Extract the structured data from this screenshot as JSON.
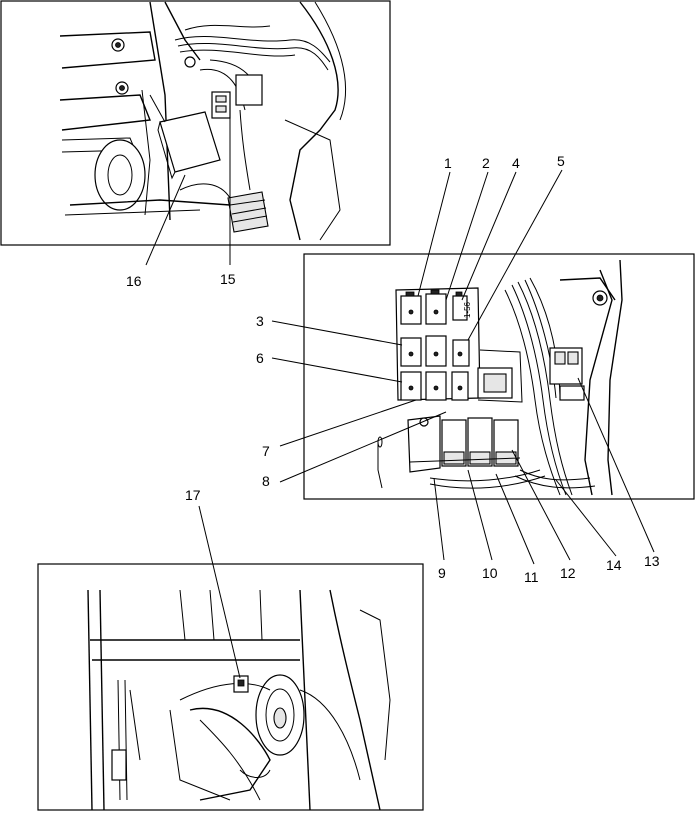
{
  "callouts": [
    {
      "label": "1"
    },
    {
      "label": "2"
    },
    {
      "label": "4"
    },
    {
      "label": "5"
    },
    {
      "label": "3"
    },
    {
      "label": "6"
    },
    {
      "label": "7"
    },
    {
      "label": "8"
    },
    {
      "label": "9"
    },
    {
      "label": "10"
    },
    {
      "label": "11"
    },
    {
      "label": "12"
    },
    {
      "label": "14"
    },
    {
      "label": "13"
    },
    {
      "label": "16"
    },
    {
      "label": "15"
    },
    {
      "label": "17"
    }
  ],
  "relay_box_marking": "1-56"
}
